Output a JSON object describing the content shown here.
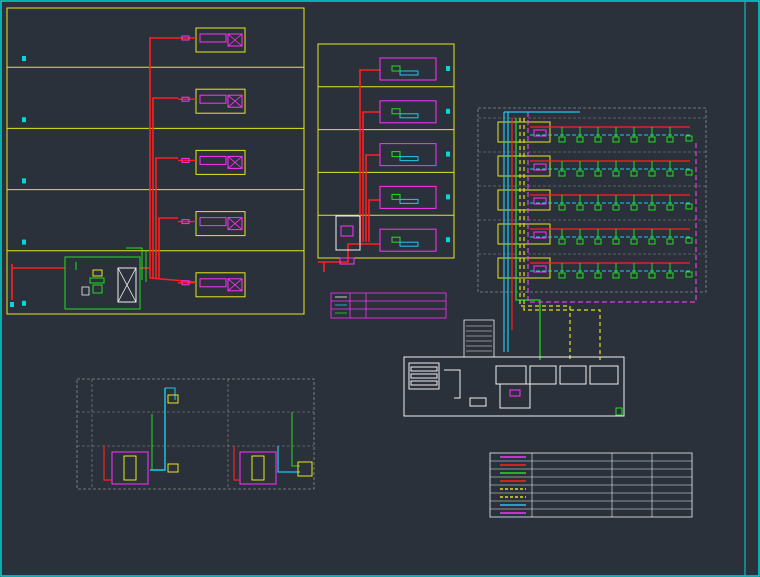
{
  "drawing": {
    "background_color": "#2b313a",
    "colors": {
      "frame": "#00d8d8",
      "outline": "#e6e61e",
      "pipe": "#ff2020",
      "device": "#ff30ff",
      "signal_green": "#20e020",
      "signal_cyan": "#20c8f0",
      "white": "#f0f0f0",
      "dashed_magenta": "#e040e0",
      "dashed_yellow": "#e0e020"
    },
    "building_floor_count": 5,
    "middle_floor_count": 5,
    "matrix_row_count": 5,
    "legend_row_count": 8,
    "panel_count": 2
  },
  "titles": {
    "left_diagram": "",
    "middle_diagram": "",
    "bottom_left_a": "",
    "bottom_left_b": "",
    "control_room": ""
  },
  "icons": {
    "valve": "valve-icon",
    "pump": "pump-icon",
    "sprinkler": "sprinkler-icon",
    "detector": "detector-icon",
    "cabinet": "cabinet-icon"
  }
}
